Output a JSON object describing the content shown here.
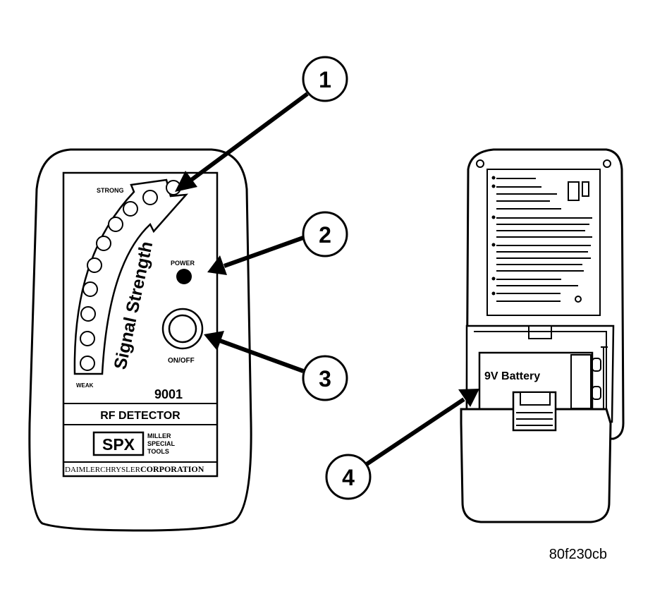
{
  "front_device": {
    "strong_label": "STRONG",
    "weak_label": "WEAK",
    "signal_label": "Signal Strength",
    "power_label": "POWER",
    "onoff_label": "ON/OFF",
    "model_number": "9001",
    "product_name": "RF DETECTOR",
    "brand_logo": "SPX",
    "brand_line1": "MILLER",
    "brand_line2": "SPECIAL",
    "brand_line3": "TOOLS",
    "maker_part1": "DAIMLERCHRYSLER",
    "maker_part2": "CORPORATION"
  },
  "rear_device": {
    "battery_label": "9V Battery"
  },
  "callouts": [
    "1",
    "2",
    "3",
    "4"
  ],
  "figure_code": "80f230cb"
}
